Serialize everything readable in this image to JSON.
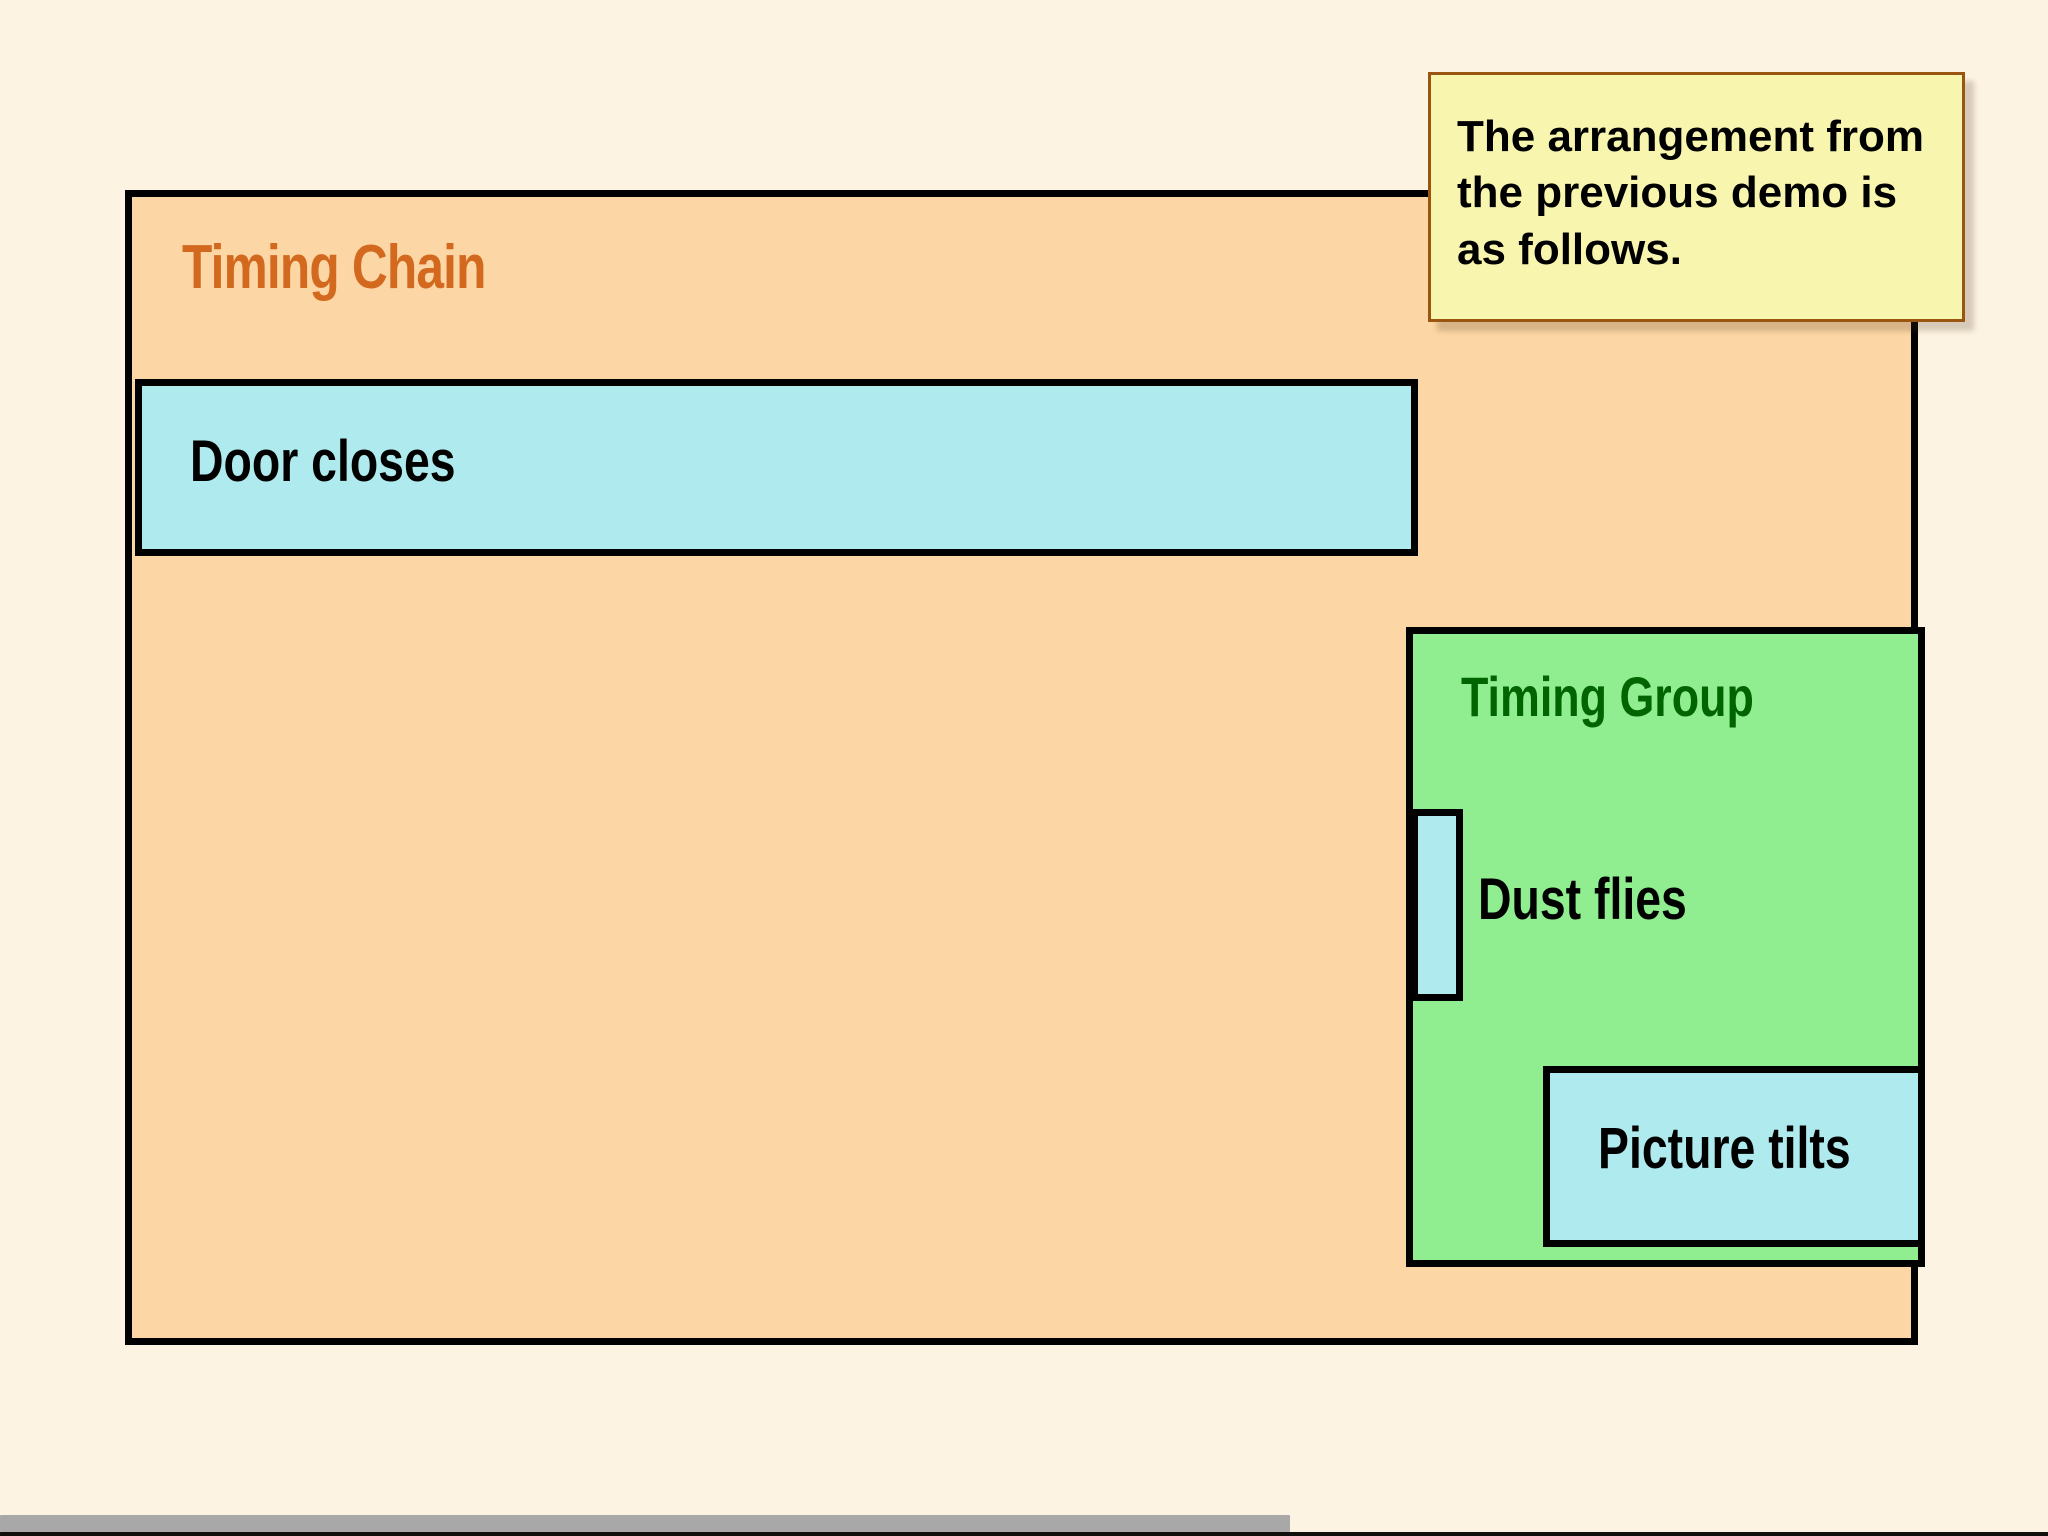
{
  "page": {
    "background_color": "#fdf3e3"
  },
  "timing_chain": {
    "title": "Timing Chain",
    "fill_color": "#fcd6a4",
    "title_color": "#d2691e",
    "border_color": "#000000"
  },
  "door_closes": {
    "label": "Door closes",
    "fill_color": "#aeeaee",
    "border_color": "#000000"
  },
  "timing_group": {
    "title": "Timing Group",
    "fill_color": "#90ee90",
    "title_color": "#006400",
    "border_color": "#000000"
  },
  "dust_flies": {
    "label": "Dust flies",
    "bar_fill_color": "#aeeaee",
    "border_color": "#000000"
  },
  "picture_tilts": {
    "label": "Picture tilts",
    "fill_color": "#aeeaee",
    "border_color": "#000000"
  },
  "note": {
    "text": "The arrangement from the previous demo is as follows.",
    "fill_color": "#f7f5ae",
    "border_color": "#9a5510"
  },
  "scrollbar": {
    "orientation": "horizontal",
    "thumb_color": "#a8a8a8",
    "thumb_width_percent": 63,
    "track_color": "#fdf3e3"
  }
}
